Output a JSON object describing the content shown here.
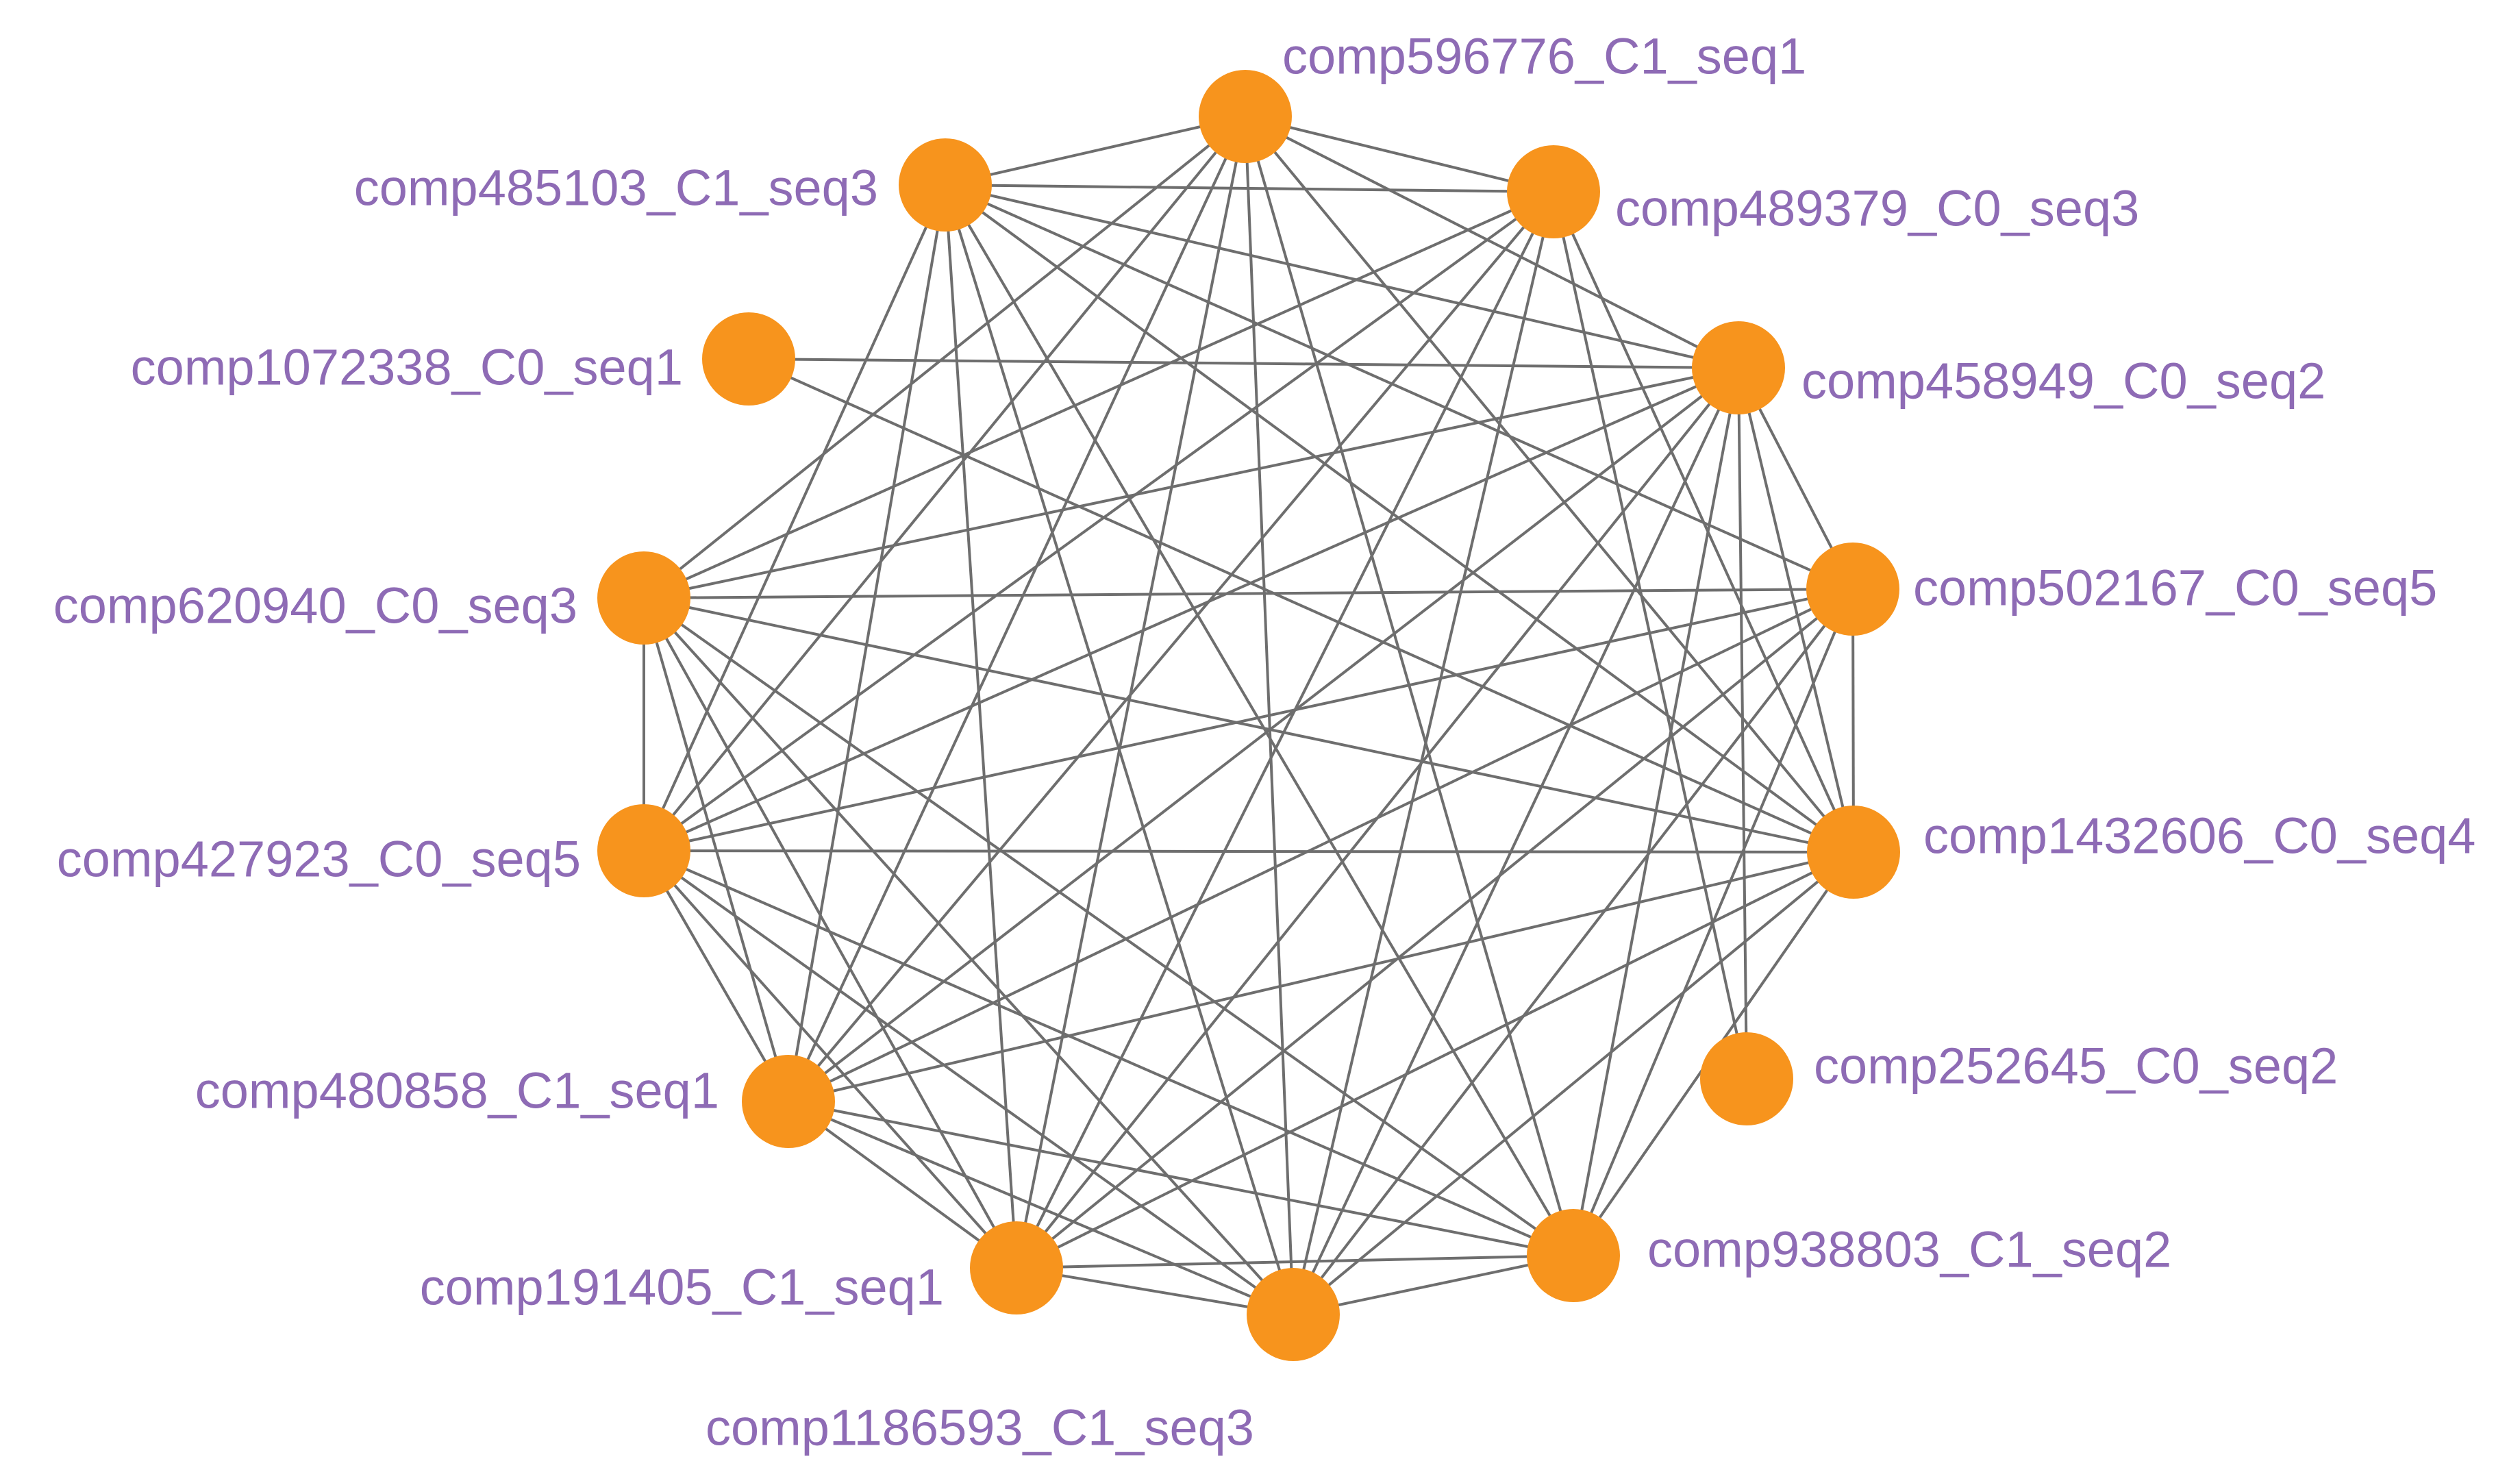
{
  "colors": {
    "node_fill": "#F7941D",
    "edge_stroke": "#6E6E6E",
    "label_text": "#8E6BB5",
    "background": "#FFFFFF"
  },
  "network": {
    "nodes": [
      {
        "id": "n1",
        "label": "comp596776_C1_seq1"
      },
      {
        "id": "n2",
        "label": "comp485103_C1_seq3"
      },
      {
        "id": "n3",
        "label": "comp489379_C0_seq3"
      },
      {
        "id": "n4",
        "label": "comp1072338_C0_seq1"
      },
      {
        "id": "n5",
        "label": "comp458949_C0_seq2"
      },
      {
        "id": "n6",
        "label": "comp620940_C0_seq3"
      },
      {
        "id": "n7",
        "label": "comp502167_C0_seq5"
      },
      {
        "id": "n8",
        "label": "comp427923_C0_seq5"
      },
      {
        "id": "n9",
        "label": "comp1432606_C0_seq4"
      },
      {
        "id": "n10",
        "label": "comp480858_C1_seq1"
      },
      {
        "id": "n11",
        "label": "comp252645_C0_seq2"
      },
      {
        "id": "n12",
        "label": "comp191405_C1_seq1"
      },
      {
        "id": "n13",
        "label": "comp938803_C1_seq2"
      },
      {
        "id": "n14",
        "label": "comp1186593_C1_seq3"
      }
    ],
    "edges": [
      [
        "n1",
        "n2"
      ],
      [
        "n1",
        "n3"
      ],
      [
        "n1",
        "n5"
      ],
      [
        "n1",
        "n9"
      ],
      [
        "n1",
        "n12"
      ],
      [
        "n1",
        "n10"
      ],
      [
        "n1",
        "n8"
      ],
      [
        "n1",
        "n6"
      ],
      [
        "n1",
        "n14"
      ],
      [
        "n1",
        "n13"
      ],
      [
        "n2",
        "n3"
      ],
      [
        "n2",
        "n5"
      ],
      [
        "n2",
        "n7"
      ],
      [
        "n2",
        "n9"
      ],
      [
        "n2",
        "n12"
      ],
      [
        "n2",
        "n10"
      ],
      [
        "n2",
        "n8"
      ],
      [
        "n2",
        "n14"
      ],
      [
        "n2",
        "n13"
      ],
      [
        "n3",
        "n6"
      ],
      [
        "n3",
        "n8"
      ],
      [
        "n3",
        "n10"
      ],
      [
        "n3",
        "n14"
      ],
      [
        "n3",
        "n9"
      ],
      [
        "n3",
        "n11"
      ],
      [
        "n3",
        "n12"
      ],
      [
        "n4",
        "n5"
      ],
      [
        "n4",
        "n9"
      ],
      [
        "n5",
        "n6"
      ],
      [
        "n5",
        "n8"
      ],
      [
        "n5",
        "n10"
      ],
      [
        "n5",
        "n12"
      ],
      [
        "n5",
        "n14"
      ],
      [
        "n5",
        "n13"
      ],
      [
        "n5",
        "n7"
      ],
      [
        "n5",
        "n9"
      ],
      [
        "n5",
        "n11"
      ],
      [
        "n6",
        "n7"
      ],
      [
        "n6",
        "n8"
      ],
      [
        "n6",
        "n9"
      ],
      [
        "n6",
        "n10"
      ],
      [
        "n6",
        "n12"
      ],
      [
        "n6",
        "n14"
      ],
      [
        "n6",
        "n13"
      ],
      [
        "n7",
        "n9"
      ],
      [
        "n7",
        "n10"
      ],
      [
        "n7",
        "n12"
      ],
      [
        "n7",
        "n14"
      ],
      [
        "n7",
        "n13"
      ],
      [
        "n7",
        "n8"
      ],
      [
        "n8",
        "n9"
      ],
      [
        "n8",
        "n10"
      ],
      [
        "n8",
        "n12"
      ],
      [
        "n8",
        "n14"
      ],
      [
        "n8",
        "n13"
      ],
      [
        "n9",
        "n10"
      ],
      [
        "n9",
        "n12"
      ],
      [
        "n9",
        "n14"
      ],
      [
        "n9",
        "n13"
      ],
      [
        "n10",
        "n12"
      ],
      [
        "n10",
        "n14"
      ],
      [
        "n10",
        "n13"
      ],
      [
        "n12",
        "n14"
      ],
      [
        "n12",
        "n13"
      ],
      [
        "n14",
        "n13"
      ]
    ]
  }
}
